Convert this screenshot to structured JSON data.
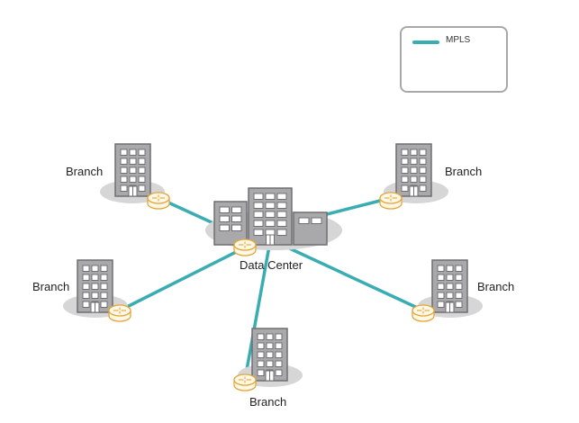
{
  "legend": {
    "label": "MPLS",
    "color": "#3aadb3"
  },
  "hub": {
    "label": "Data Center"
  },
  "branches": [
    {
      "label": "Branch"
    },
    {
      "label": "Branch"
    },
    {
      "label": "Branch"
    },
    {
      "label": "Branch"
    },
    {
      "label": "Branch"
    }
  ],
  "colors": {
    "link": "#3aadb3",
    "building_fill": "#a9a9ab",
    "building_stroke": "#6f6f71",
    "window": "#ffffff",
    "shadow": "#d6d6d6",
    "router_fill": "#fff8e6",
    "router_stroke": "#e3a53a"
  },
  "icons": {
    "building": "office-building-icon",
    "router": "router-icon"
  }
}
